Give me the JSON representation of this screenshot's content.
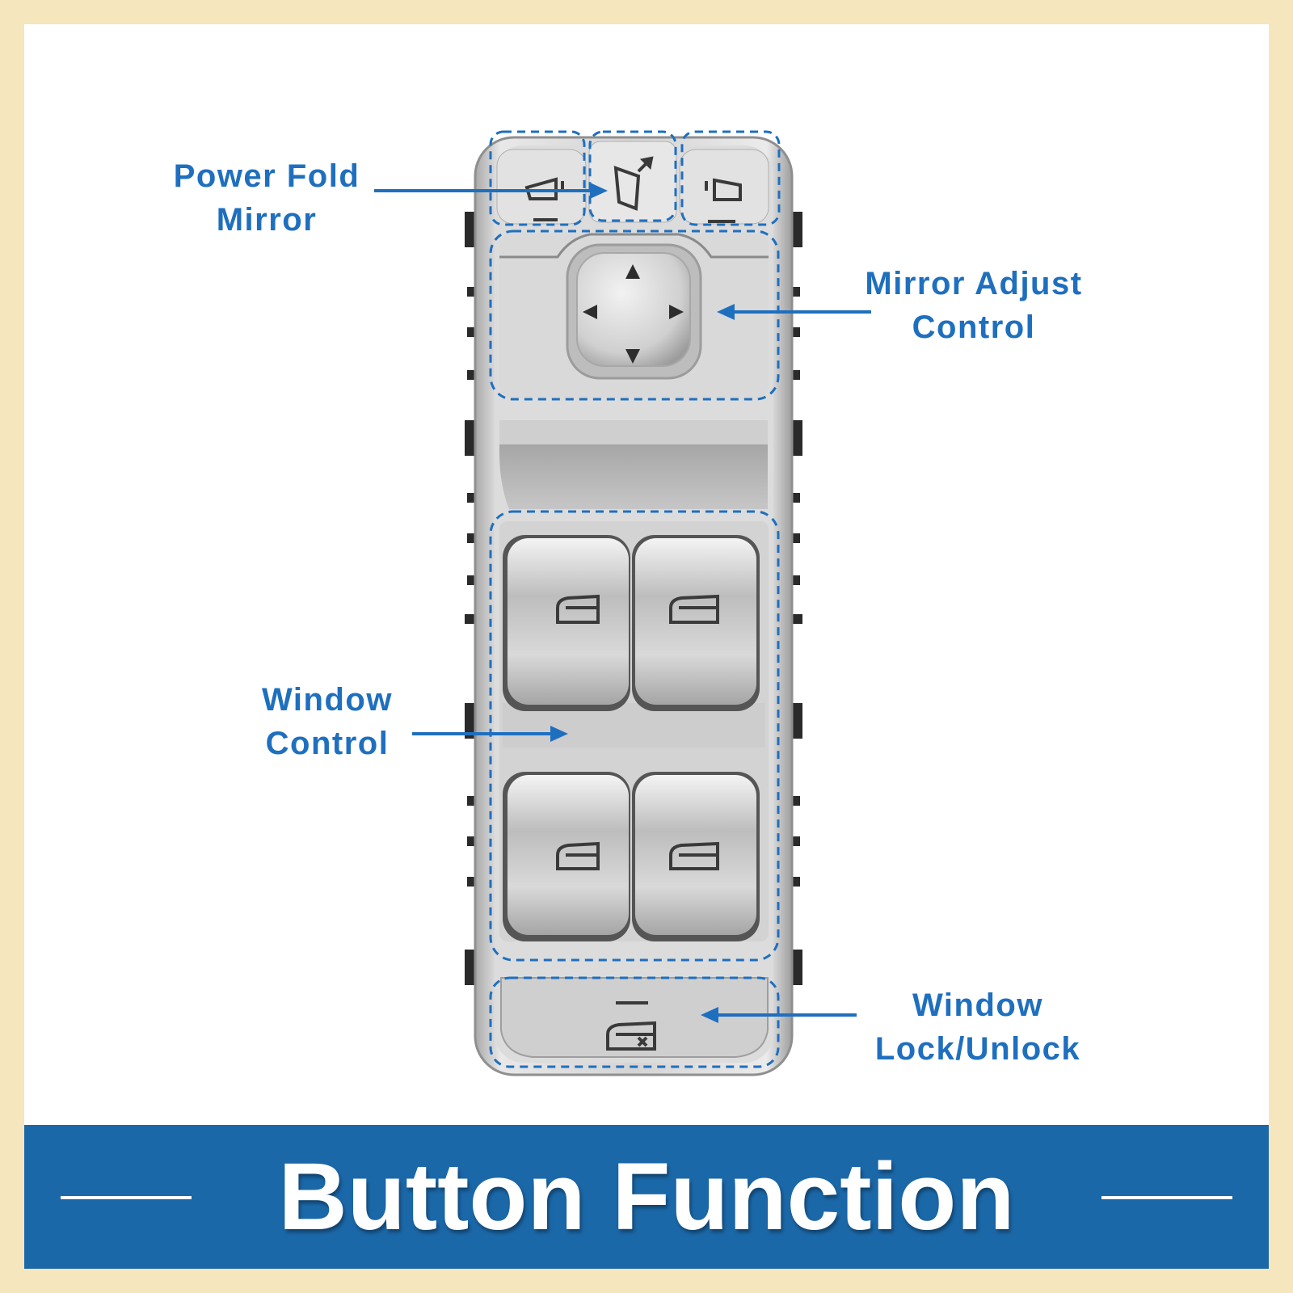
{
  "colors": {
    "background": "#f6e6bd",
    "canvas": "#ffffff",
    "accent_blue": "#1f6fbf",
    "banner_blue": "#1b68a9",
    "switch_silver": "#c9c9c9"
  },
  "labels": {
    "power_fold_mirror": [
      "Power Fold",
      "Mirror"
    ],
    "mirror_adjust_control": [
      "Mirror Adjust",
      "Control"
    ],
    "window_control": [
      "Window",
      "Control"
    ],
    "window_lock_unlock": [
      "Window",
      "Lock/Unlock"
    ]
  },
  "banner": {
    "title": "Button Function"
  },
  "icons": {
    "mirror_left": "mirror-left-icon",
    "power_fold": "power-fold-icon",
    "mirror_right": "mirror-right-icon",
    "joystick_arrows": "arrow-icons",
    "window": "window-icon",
    "window_lock": "window-lock-icon"
  }
}
